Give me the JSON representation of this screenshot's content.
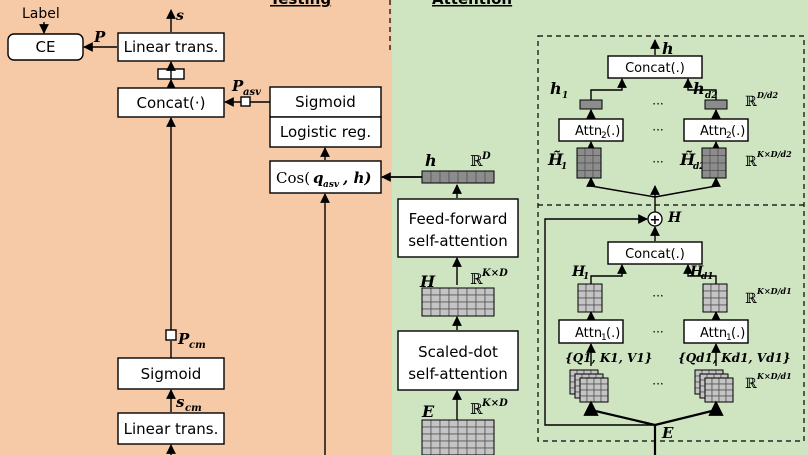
{
  "colors": {
    "left_bg": "#f6c9a7",
    "right_bg": "#cfe5c2",
    "grid_dark": "#8c8c8c",
    "grid_light": "#c4c4c4"
  },
  "header": {
    "left_partial": "Testing",
    "right_partial": "Attention"
  },
  "labels": {
    "label": "Label",
    "ce": "CE",
    "p": "P",
    "s": "s",
    "linear_trans_top": "Linear trans.",
    "concat_dot": "Concat(·)",
    "p_asv": "P",
    "p_asv_sub": "asv",
    "sigmoid_top": "Sigmoid",
    "logistic_reg": "Logistic reg.",
    "cos_prefix": "Cos(",
    "cos_q": "q",
    "cos_q_sub": "asv",
    "cos_h": ", h)",
    "p_cm": "P",
    "p_cm_sub": "cm",
    "sigmoid_bottom": "Sigmoid",
    "s_cm": "s",
    "s_cm_sub": "cm",
    "linear_trans_bottom": "Linear trans."
  },
  "middle": {
    "h": "h",
    "r_d": "ℝ",
    "r_d_sup": "D",
    "ff_line1": "Feed-forward",
    "ff_line2": "self-attention",
    "H": "H",
    "r_kd": "ℝ",
    "r_kd_sup": "K×D",
    "sd_line1": "Scaled-dot",
    "sd_line2": "self-attention",
    "E": "E",
    "r_kd2": "ℝ",
    "r_kd2_sup": "K×D"
  },
  "upper_panel": {
    "h": "h",
    "concat": "Concat(.)",
    "h1": "h",
    "h1_sub": "1",
    "hd2": "h",
    "hd2_sub": "d2",
    "r_dd2": "ℝ",
    "r_dd2_sup": "D/d2",
    "attn1": "Attn",
    "attn1_sub": "2",
    "attn1_suffix": "(.)",
    "attn2": "Attn",
    "attn2_sub": "2",
    "attn2_suffix": "(.)",
    "ellipsis": "···",
    "H1t": "H̃",
    "H1t_sub": "1",
    "Hd2t": "H̃",
    "Hd2t_sub": "d2",
    "r_kdd2": "ℝ",
    "r_kdd2_sup": "K×D/d2"
  },
  "lower_panel": {
    "plus": "+",
    "H": "H",
    "concat": "Concat(.)",
    "H1": "H",
    "H1_sub": "1",
    "Hd1": "H",
    "Hd1_sub": "d1",
    "r_kdd1": "ℝ",
    "r_kdd1_sup": "K×D/d1",
    "attn1": "Attn",
    "attn1_sub": "1",
    "attn1_suffix": "(.)",
    "attn2": "Attn",
    "attn2_sub": "1",
    "attn2_suffix": "(.)",
    "ellipsis": "···",
    "qkv1": "{Q1, K1, V1}",
    "qkvd1": "{Qd1, Kd1, Vd1}",
    "r_kdd1b": "ℝ",
    "r_kdd1b_sup": "K×D/d1",
    "E": "E"
  }
}
